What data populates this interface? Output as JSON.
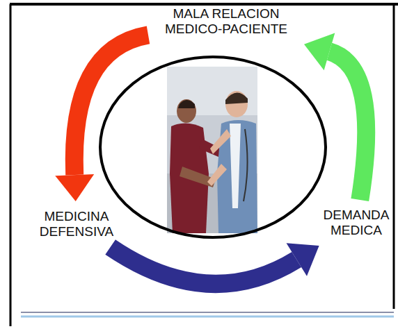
{
  "diagram": {
    "nodes": [
      {
        "text": [
          "MALA RELACION MEDICO-PACIENTE"
        ]
      },
      {
        "text": [
          "MEDICINA DEFENSIVA"
        ]
      },
      {
        "text": [
          "DEMANDA MEDICA"
        ]
      }
    ],
    "edges": [
      {
        "from": 0,
        "to": 1,
        "arrow": "to"
      },
      {
        "from": 1,
        "to": 2,
        "arrow": "to"
      },
      {
        "from": 2,
        "to": 0,
        "arrow": "to"
      }
    ]
  }
}
